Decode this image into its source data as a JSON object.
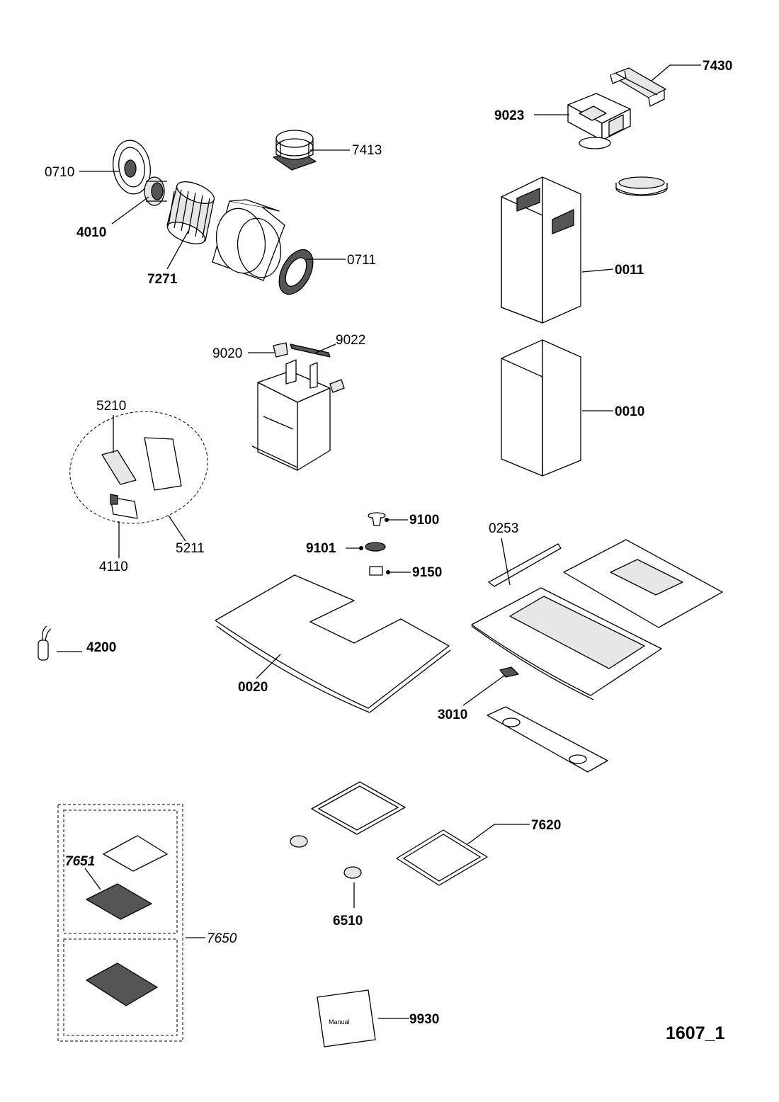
{
  "drawing_id": "1607_1",
  "parts": {
    "p7430": "7430",
    "p9023": "9023",
    "p7413": "7413",
    "p0710": "0710",
    "p4010": "4010",
    "p7271": "7271",
    "p0711": "0711",
    "p0011": "0011",
    "p9020": "9020",
    "p9022": "9022",
    "p0010": "0010",
    "p5210": "5210",
    "p5211": "5211",
    "p4110": "4110",
    "p9100": "9100",
    "p9101": "9101",
    "p9150": "9150",
    "p0253": "0253",
    "p4200": "4200",
    "p0020": "0020",
    "p3010": "3010",
    "p7620": "7620",
    "p7651": "7651",
    "p7650": "7650",
    "p6510": "6510",
    "p9930": "9930"
  },
  "bag_label": "Manual"
}
